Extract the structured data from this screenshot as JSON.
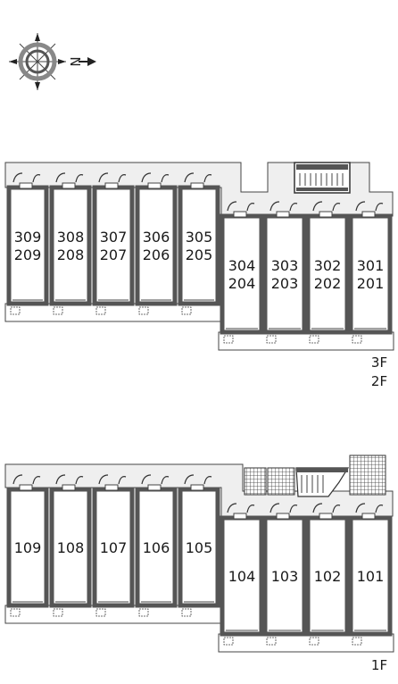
{
  "compass": {
    "icon": "compass-rose-icon",
    "direction_letter": "N"
  },
  "upper_plan": {
    "floor_labels": [
      "3F",
      "2F"
    ],
    "units_top_row": [
      {
        "lines": [
          "309",
          "209"
        ]
      },
      {
        "lines": [
          "308",
          "208"
        ]
      },
      {
        "lines": [
          "307",
          "207"
        ]
      },
      {
        "lines": [
          "306",
          "206"
        ]
      },
      {
        "lines": [
          "305",
          "205"
        ]
      }
    ],
    "units_bottom_row": [
      {
        "lines": [
          "304",
          "204"
        ]
      },
      {
        "lines": [
          "303",
          "203"
        ]
      },
      {
        "lines": [
          "302",
          "202"
        ]
      },
      {
        "lines": [
          "301",
          "201"
        ]
      }
    ]
  },
  "lower_plan": {
    "floor_labels": [
      "1F"
    ],
    "units_top_row": [
      {
        "lines": [
          "109"
        ]
      },
      {
        "lines": [
          "108"
        ]
      },
      {
        "lines": [
          "107"
        ]
      },
      {
        "lines": [
          "106"
        ]
      },
      {
        "lines": [
          "105"
        ]
      }
    ],
    "units_bottom_row": [
      {
        "lines": [
          "104"
        ]
      },
      {
        "lines": [
          "103"
        ]
      },
      {
        "lines": [
          "102"
        ]
      },
      {
        "lines": [
          "101"
        ]
      }
    ]
  },
  "colors": {
    "wall": "#555555",
    "corridor": "#efefef",
    "outline": "#444444"
  }
}
